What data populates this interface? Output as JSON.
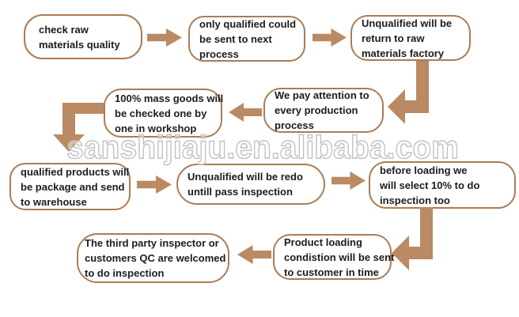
{
  "watermark": "sanshijiaju.en.alibaba.com",
  "colors": {
    "box_border": "#ab7c53",
    "arrow_fill": "#b98a64",
    "watermark_outline": "#c0c0c0",
    "text": "#1c1c1c",
    "background": "#ffffff"
  },
  "steps": [
    {
      "id": "check-raw-materials",
      "lines": [
        "check raw",
        "materials quality"
      ]
    },
    {
      "id": "only-qualified-next",
      "lines": [
        "only qualified could",
        "be sent to next",
        "process"
      ]
    },
    {
      "id": "unqualified-return",
      "lines": [
        "Unqualified will be",
        "return to raw",
        "materials factory"
      ]
    },
    {
      "id": "attention-production",
      "lines": [
        "We pay attention to",
        "every production",
        "process"
      ]
    },
    {
      "id": "mass-goods-checked",
      "lines": [
        "100% mass goods will",
        "be checked one by",
        "one in workshop"
      ]
    },
    {
      "id": "qualified-packaged",
      "lines": [
        "qualified products will",
        "be package and send",
        "to warehouse"
      ]
    },
    {
      "id": "unqualified-redo",
      "lines": [
        "Unqualified will be redo",
        "untill pass inspection"
      ]
    },
    {
      "id": "before-loading-select",
      "lines": [
        "before loading we",
        "will select 10% to do",
        "inspection too"
      ]
    },
    {
      "id": "product-loading-condition",
      "lines": [
        "Product loading",
        "condistion will be sent",
        "to customer in time"
      ]
    },
    {
      "id": "third-party-inspection",
      "lines": [
        "The third party inspector or",
        "customers QC are welcomed",
        "to do inspection"
      ]
    }
  ],
  "arrows": [
    {
      "from": "check-raw-materials",
      "to": "only-qualified-next",
      "type": "right"
    },
    {
      "from": "only-qualified-next",
      "to": "unqualified-return",
      "type": "right"
    },
    {
      "from": "unqualified-return",
      "to": "attention-production",
      "type": "elbow-down-left"
    },
    {
      "from": "attention-production",
      "to": "mass-goods-checked",
      "type": "left"
    },
    {
      "from": "mass-goods-checked",
      "to": "qualified-packaged",
      "type": "elbow-left-down"
    },
    {
      "from": "qualified-packaged",
      "to": "unqualified-redo",
      "type": "right"
    },
    {
      "from": "unqualified-redo",
      "to": "before-loading-select",
      "type": "right"
    },
    {
      "from": "before-loading-select",
      "to": "product-loading-condition",
      "type": "elbow-down-left"
    },
    {
      "from": "product-loading-condition",
      "to": "third-party-inspection",
      "type": "left"
    }
  ]
}
